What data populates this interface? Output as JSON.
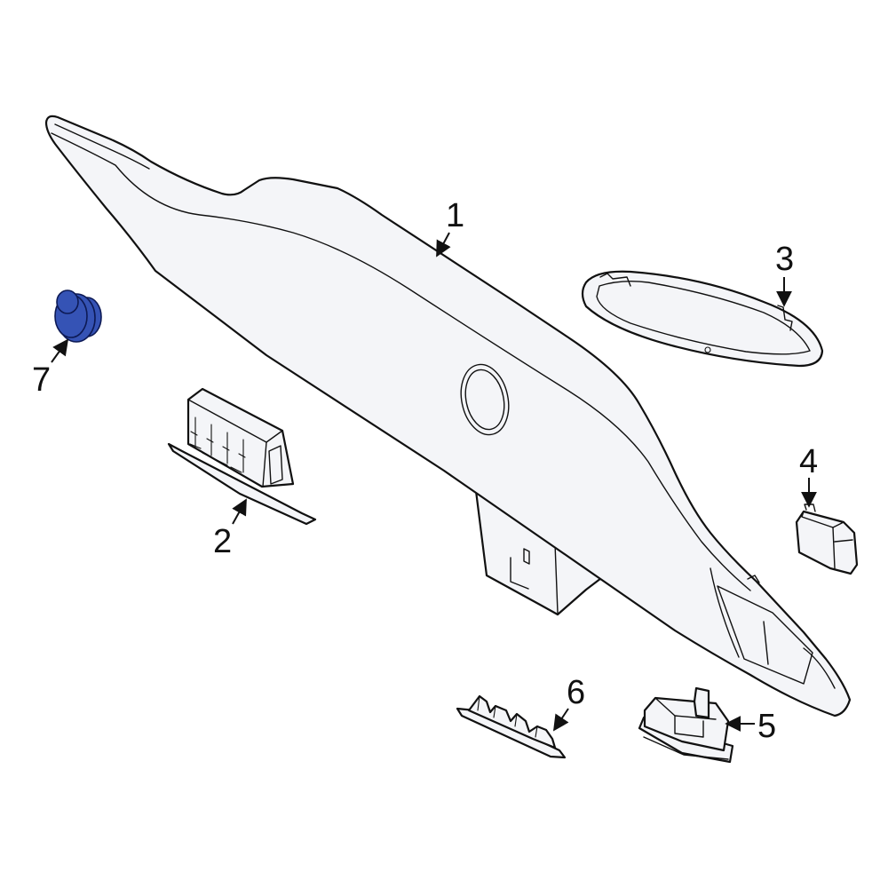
{
  "colors": {
    "line": "#111111",
    "part_fill": "#f4f5f8",
    "highlight_fill": "#3553b5",
    "highlight_stroke": "#0d1a55",
    "background": "#ffffff"
  },
  "callouts": {
    "c1": "1",
    "c2": "2",
    "c3": "3",
    "c4": "4",
    "c5": "5",
    "c6": "6",
    "c7": "7"
  },
  "highlighted_part": "7"
}
